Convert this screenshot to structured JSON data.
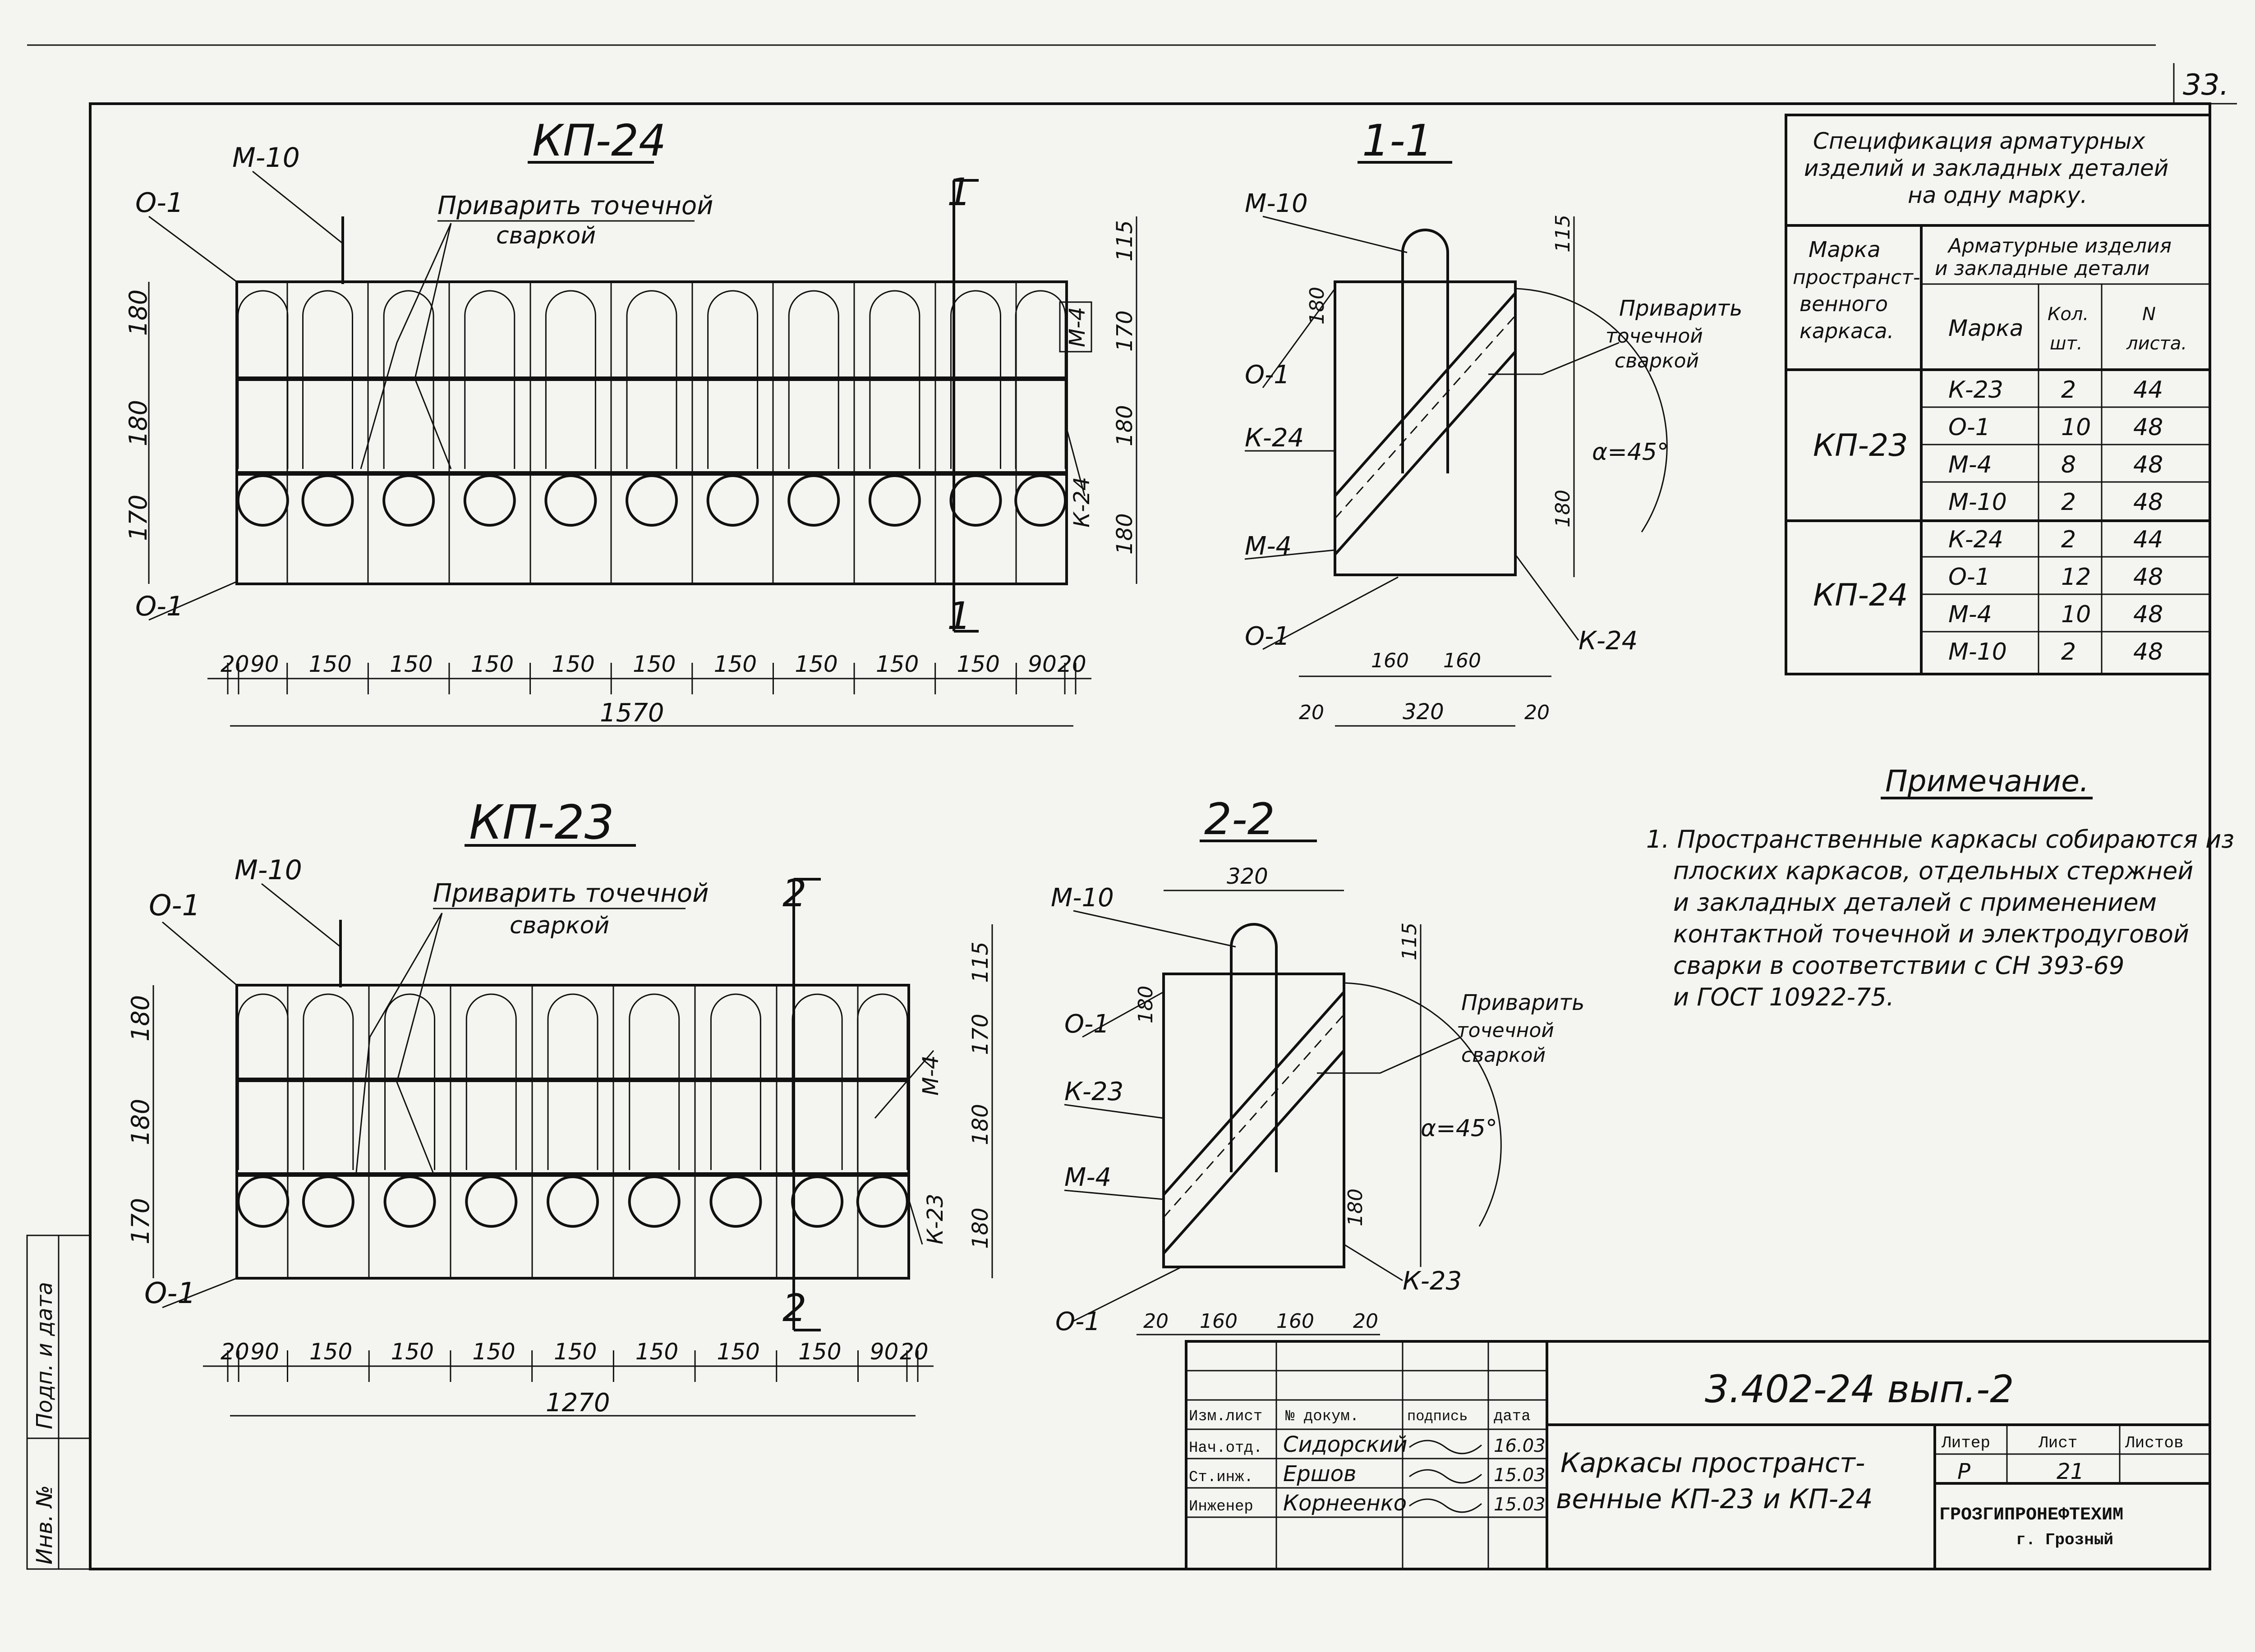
{
  "sheet_number": "33.",
  "drawings": {
    "kp24": {
      "title": "КП-24",
      "label_m10": "М-10",
      "label_o1_top": "О-1",
      "label_o1_bottom": "О-1",
      "weld_note_l1": "Приварить точечной",
      "weld_note_l2": "сваркой",
      "section_mark": "1",
      "label_m4": "М-4",
      "label_k24": "К-24",
      "dims_left": [
        "180",
        "180",
        "170"
      ],
      "dims_right": [
        "115",
        "170",
        "180",
        "180"
      ],
      "dims_bottom": [
        "20",
        "90",
        "150",
        "150",
        "150",
        "150",
        "150",
        "150",
        "150",
        "150",
        "150",
        "90",
        "20"
      ],
      "total": "1570"
    },
    "kp23": {
      "title": "КП-23",
      "label_m10": "М-10",
      "label_o1_top": "О-1",
      "label_o1_bottom": "О-1",
      "weld_note_l1": "Приварить точечной",
      "weld_note_l2": "сваркой",
      "section_mark": "2",
      "label_m4": "М-4",
      "label_k23": "К-23",
      "dims_left": [
        "180",
        "180",
        "170"
      ],
      "dims_right": [
        "115",
        "170",
        "180",
        "180"
      ],
      "dims_bottom": [
        "20",
        "90",
        "150",
        "150",
        "150",
        "150",
        "150",
        "150",
        "150",
        "90",
        "20"
      ],
      "total": "1270"
    },
    "sec11": {
      "title": "1-1",
      "label_m10": "М-10",
      "label_o1_a": "О-1",
      "label_k24_a": "К-24",
      "label_m4": "М-4",
      "label_o1_b": "О-1",
      "label_k24_b": "К-24",
      "weld_l1": "Приварить",
      "weld_l2": "точечной",
      "weld_l3": "сваркой",
      "angle": "α=45°",
      "dims": [
        "115",
        "180",
        "180",
        "20",
        "160",
        "160",
        "320",
        "20"
      ]
    },
    "sec22": {
      "title": "2-2",
      "label_m10": "М-10",
      "label_o1_a": "О-1",
      "label_k23_a": "К-23",
      "label_m4": "М-4",
      "label_o1_b": "О-1",
      "label_k23_b": "К-23",
      "weld_l1": "Приварить",
      "weld_l2": "точечной",
      "weld_l3": "сваркой",
      "angle": "α=45°",
      "dims": [
        "320",
        "115",
        "180",
        "180",
        "20",
        "160",
        "160",
        "20"
      ]
    }
  },
  "spec": {
    "title_l1": "Спецификация арматурных",
    "title_l2": "изделий и закладных деталей",
    "title_l3": "на одну марку.",
    "col_mark_l1": "Марка",
    "col_mark_l2": "пространст-",
    "col_mark_l3": "венного",
    "col_mark_l4": "каркаса.",
    "col_group_l1": "Арматурные изделия",
    "col_group_l2": "и закладные детали",
    "col_marka": "Марка",
    "col_qty_l1": "Кол.",
    "col_qty_l2": "шт.",
    "col_sheet_l1": "N",
    "col_sheet_l2": "листа.",
    "groups": [
      {
        "name": "КП-23",
        "rows": [
          {
            "mark": "К-23",
            "qty": "2",
            "sheet": "44"
          },
          {
            "mark": "О-1",
            "qty": "10",
            "sheet": "48"
          },
          {
            "mark": "М-4",
            "qty": "8",
            "sheet": "48"
          },
          {
            "mark": "М-10",
            "qty": "2",
            "sheet": "48"
          }
        ]
      },
      {
        "name": "КП-24",
        "rows": [
          {
            "mark": "К-24",
            "qty": "2",
            "sheet": "44"
          },
          {
            "mark": "О-1",
            "qty": "12",
            "sheet": "48"
          },
          {
            "mark": "М-4",
            "qty": "10",
            "sheet": "48"
          },
          {
            "mark": "М-10",
            "qty": "2",
            "sheet": "48"
          }
        ]
      }
    ]
  },
  "note": {
    "heading": "Примечание.",
    "lines": [
      "1. Пространственные каркасы собираются из",
      "плоских каркасов, отдельных стержней",
      "и закладных деталей с применением",
      "контактной точечной и электродуговой",
      "сварки в соответствии с СН 393-69",
      "и ГОСТ 10922-75."
    ]
  },
  "stamp": {
    "code": "3.402-24 вып.-2",
    "h_izm": "Изм.лист",
    "h_doc": "№ докум.",
    "h_sign": "подпись",
    "h_date": "дата",
    "roles": [
      {
        "role": "Нач.отд.",
        "name": "Сидорский",
        "date": "16.03"
      },
      {
        "role": "Ст.инж.",
        "name": "Ершов",
        "date": "15.03"
      },
      {
        "role": "Инженер",
        "name": "Корнеенко",
        "date": "15.03"
      }
    ],
    "title_l1": "Каркасы пространст-",
    "title_l2": "венные КП-23 и КП-24",
    "h_liter": "Литер",
    "h_list": "Лист",
    "h_listov": "Листов",
    "liter": "Р",
    "list": "21",
    "org_l1": "ГРОЗГИПРОНЕФТЕХИМ",
    "org_l2": "г. Грозный"
  },
  "side": {
    "l1": "Подп. и дата",
    "l2": "Инв. №"
  }
}
